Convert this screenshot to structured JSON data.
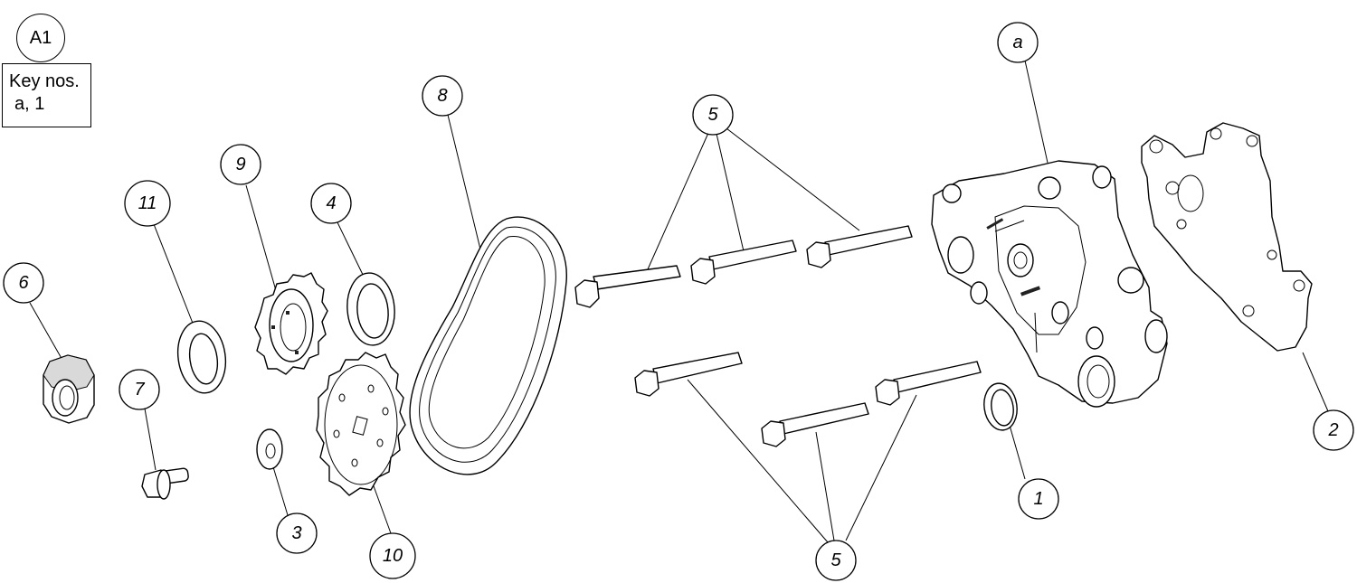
{
  "group_label": "A1",
  "key_box": {
    "title": "Key nos.",
    "values": "a, 1"
  },
  "callouts": {
    "a": "a",
    "c1": "1",
    "c2": "2",
    "c3": "3",
    "c4": "4",
    "c5_top": "5",
    "c5_bottom": "5",
    "c6": "6",
    "c7": "7",
    "c8": "8",
    "c9": "9",
    "c10": "10",
    "c11": "11"
  }
}
